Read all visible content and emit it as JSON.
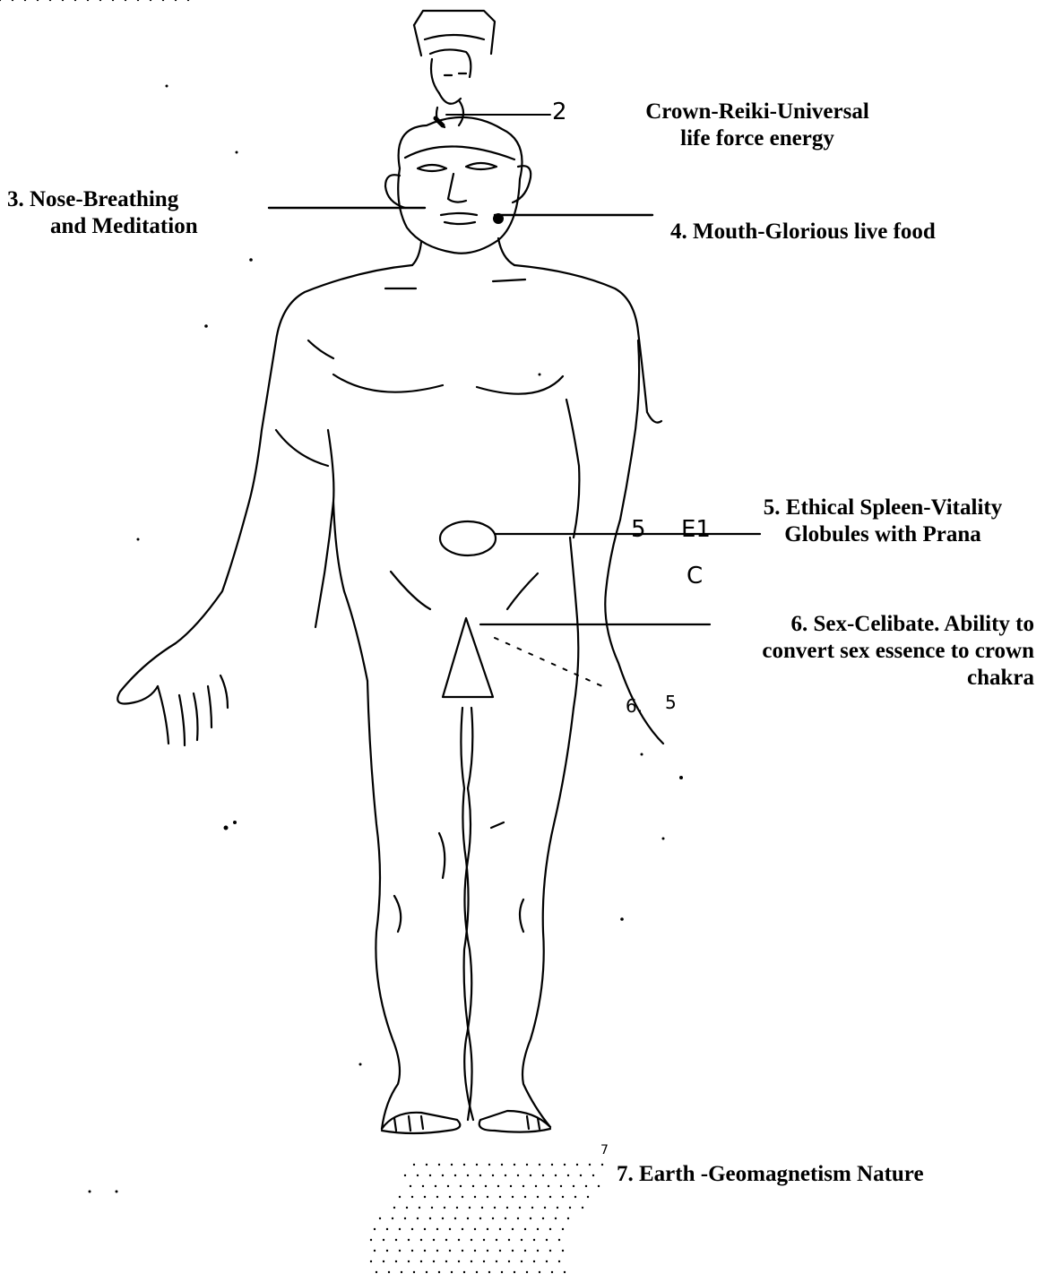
{
  "labels": {
    "crown": {
      "line1": "Crown-Reiki-Universal",
      "line2": "life force energy",
      "marker": "2"
    },
    "nose": {
      "line1": "3.  Nose-Breathing",
      "line2": "and Meditation"
    },
    "mouth": {
      "line1": "4. Mouth-Glorious live food"
    },
    "spleen": {
      "line1": "5. Ethical Spleen-Vitality",
      "line2": "Globules with Prana",
      "marks": [
        "5",
        "E1",
        "C"
      ]
    },
    "sex": {
      "line1": "6. Sex-Celibate. Ability to",
      "line2": "convert sex essence to crown",
      "line3": "chakra",
      "marks": [
        "6.",
        "5"
      ]
    },
    "earth": {
      "line1": "7. Earth -Geomagnetism Nature",
      "marker": "7"
    }
  },
  "colors": {
    "ink": "#000000",
    "background": "#ffffff"
  }
}
